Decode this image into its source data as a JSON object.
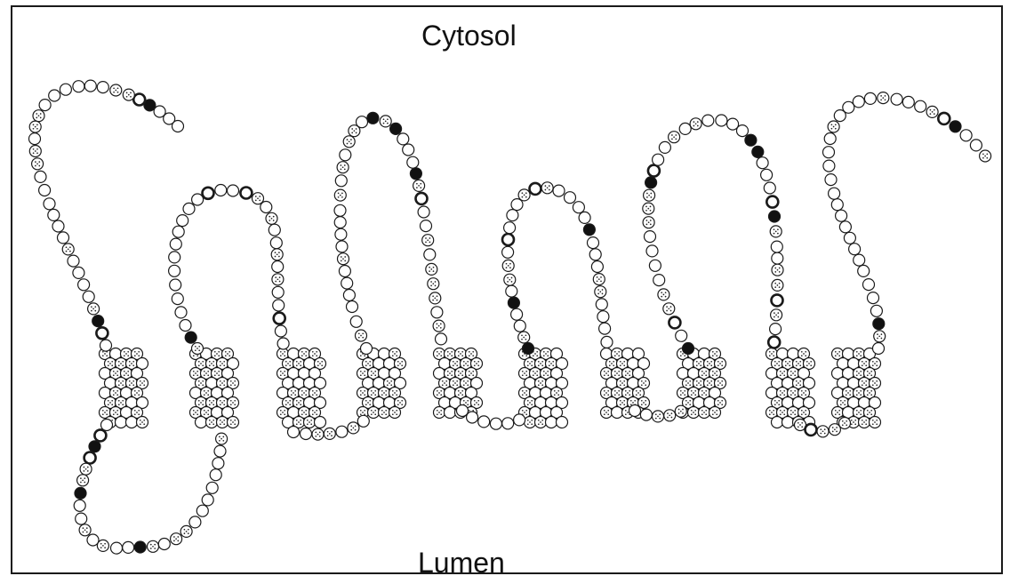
{
  "labels": {
    "top": "Cytosol",
    "bottom": "Lumen"
  },
  "residue_types": [
    "open",
    "dotted",
    "filled",
    "bold"
  ],
  "colors": {
    "stroke": "#1a1a1a",
    "filled": "#111111",
    "open": "#ffffff",
    "dot": "#222222"
  }
}
